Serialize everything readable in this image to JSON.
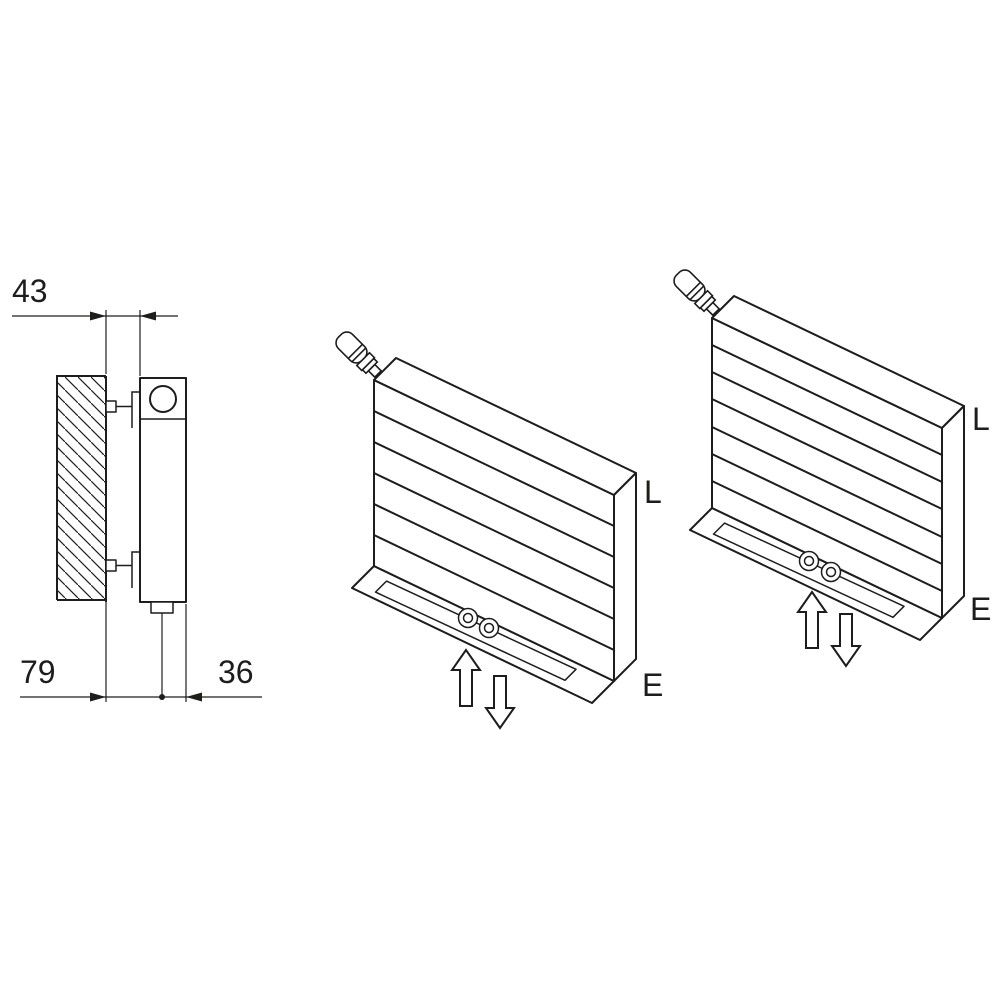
{
  "drawing": {
    "kind": "radiator-installation-technical-drawing",
    "background": "#ffffff",
    "line_color": "#1d1d1b"
  },
  "side_view": {
    "dim_top": "43",
    "dim_bottom_left": "79",
    "dim_bottom_right": "36"
  },
  "iso_views": [
    {
      "name": "radiator-iso-left",
      "label_upper": "L",
      "label_lower": "E"
    },
    {
      "name": "radiator-iso-right",
      "label_upper": "L",
      "label_lower": "E"
    }
  ],
  "icons": {
    "flow_up": "block-arrow-up",
    "flow_down": "block-arrow-down",
    "valve": "thermostatic-valve-head",
    "wall": "hatched-wall-section"
  }
}
